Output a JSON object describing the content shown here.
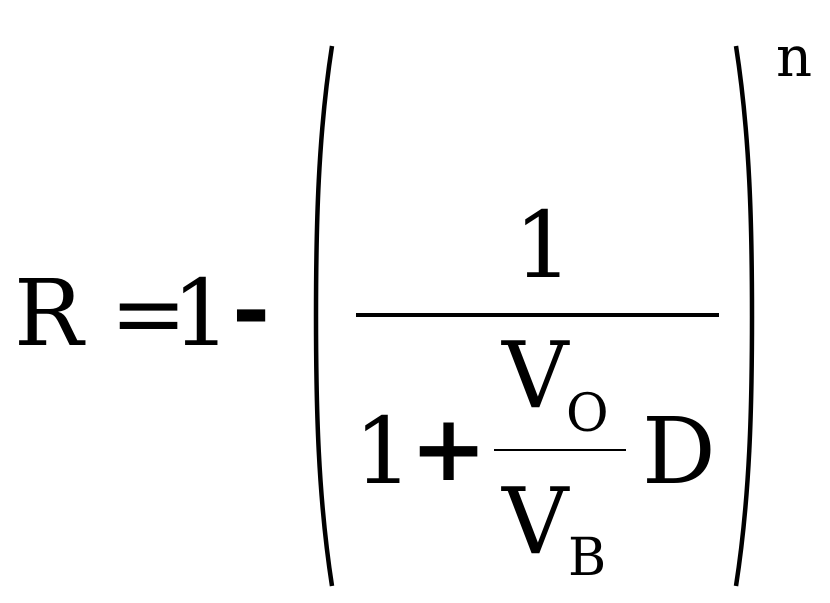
{
  "formula": {
    "lhs": "R",
    "equals": "=",
    "one": "1",
    "minus": "-",
    "exponent": "n",
    "outer_fraction": {
      "numerator": "1",
      "denominator": {
        "one": "1",
        "plus": "+",
        "inner_fraction": {
          "numerator": {
            "base": "V",
            "subscript": "O"
          },
          "denominator": {
            "base": "V",
            "subscript": "B"
          }
        },
        "factor": "D"
      }
    }
  }
}
